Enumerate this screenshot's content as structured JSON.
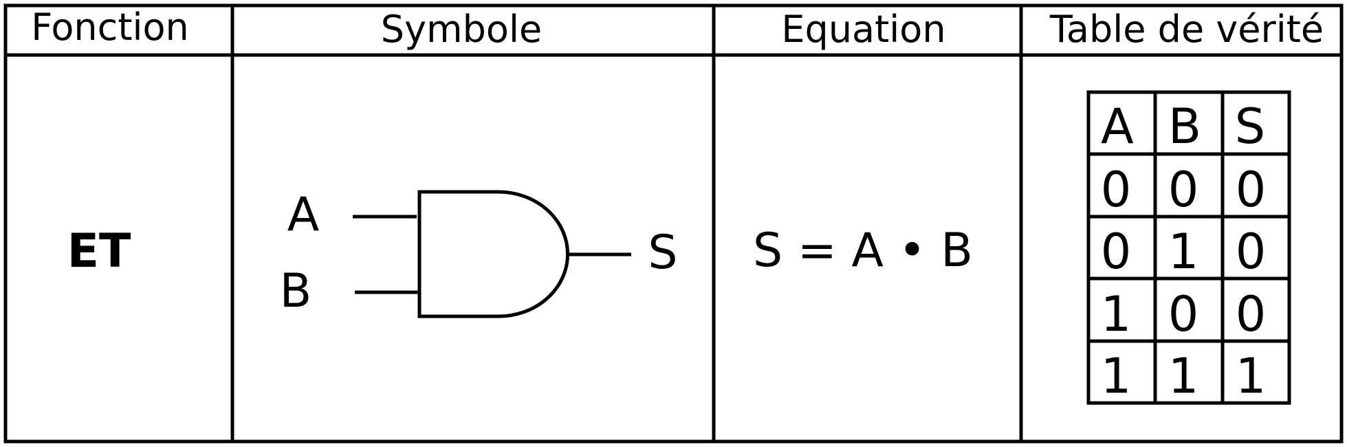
{
  "header": {
    "function": "Fonction",
    "symbol": "Symbole",
    "equation": "Equation",
    "truth_table": "Table de vérité"
  },
  "row": {
    "function_name": "ET",
    "symbol": {
      "input_a": "A",
      "input_b": "B",
      "output": "S"
    },
    "equation": "S = A • B",
    "truth_table": {
      "columns": [
        "A",
        "B",
        "S"
      ],
      "rows": [
        [
          "0",
          "0",
          "0"
        ],
        [
          "0",
          "1",
          "0"
        ],
        [
          "1",
          "0",
          "0"
        ],
        [
          "1",
          "1",
          "1"
        ]
      ]
    }
  }
}
